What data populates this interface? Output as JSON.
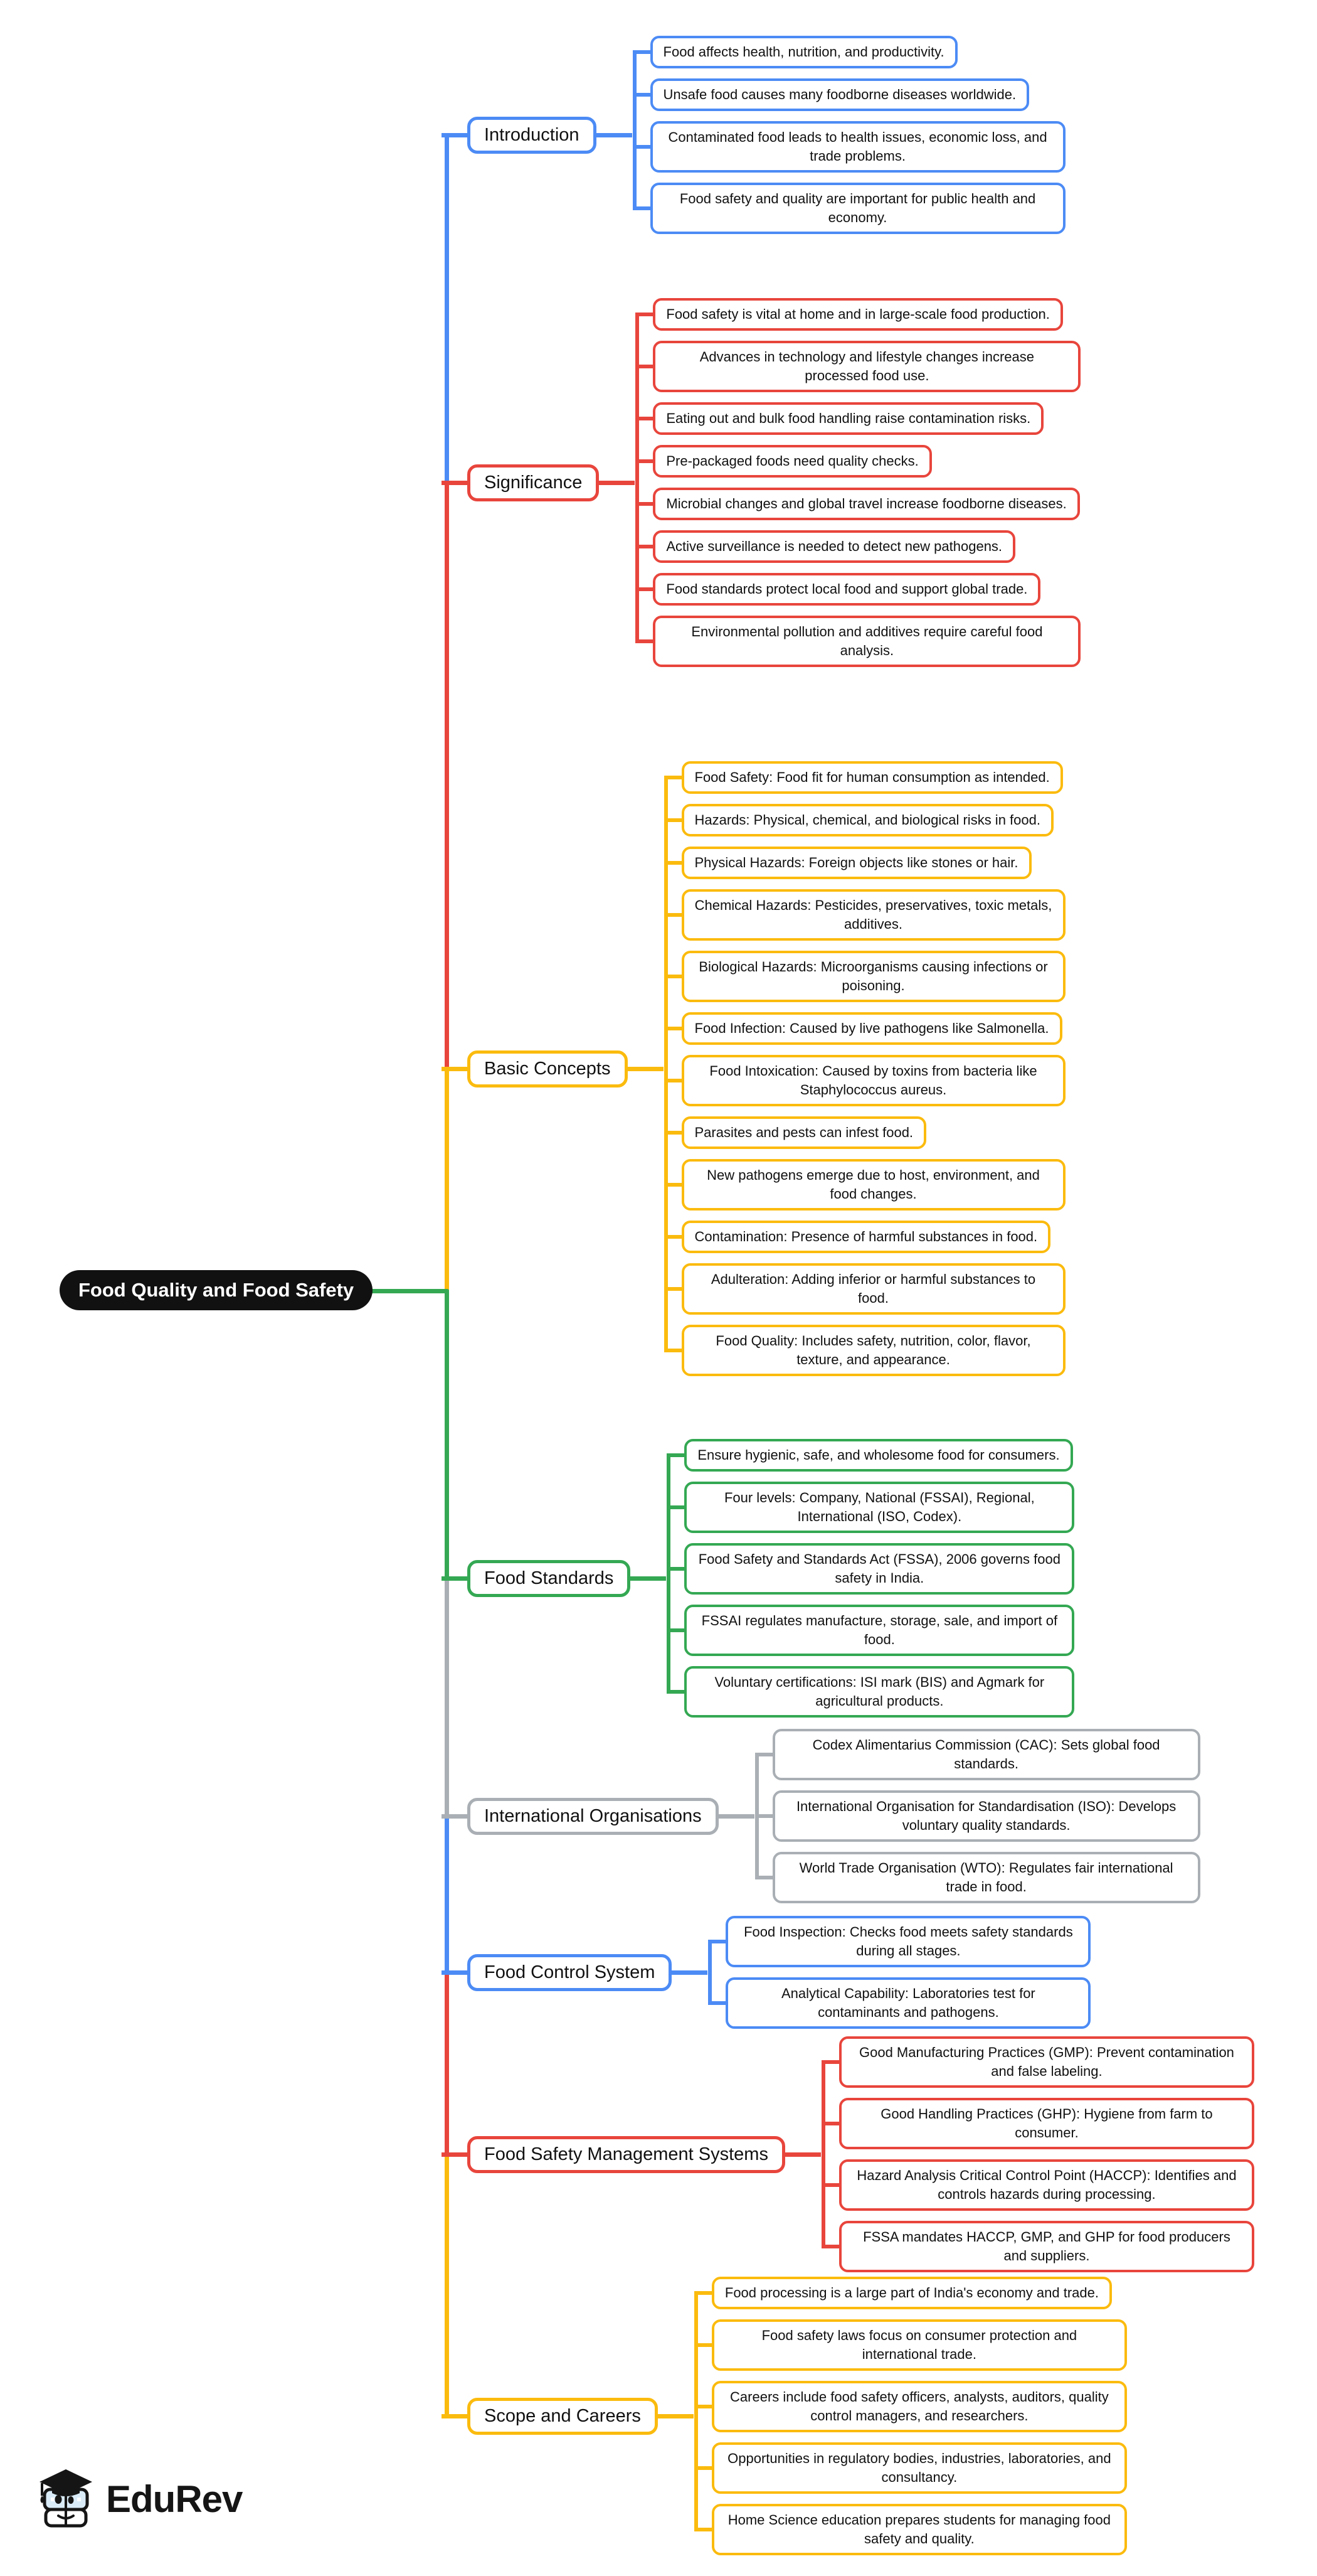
{
  "center": {
    "label": "Food Quality and Food Safety"
  },
  "palette": {
    "blue": "#4C8BF5",
    "red": "#E8453C",
    "yellow": "#FBBB0E",
    "green": "#34A853",
    "gray": "#A9AFB4",
    "center_bg": "#111111"
  },
  "branches": [
    {
      "label": "Introduction",
      "color": "#4C8BF5",
      "children": [
        "Food affects health, nutrition, and productivity.",
        "Unsafe food causes many foodborne diseases worldwide.",
        "Contaminated food leads to health issues, economic loss, and trade problems.",
        "Food safety and quality are important for public health and economy."
      ]
    },
    {
      "label": "Significance",
      "color": "#E8453C",
      "children": [
        "Food safety is vital at home and in large-scale food production.",
        "Advances in technology and lifestyle changes increase processed food use.",
        "Eating out and bulk food handling raise contamination risks.",
        "Pre-packaged foods need quality checks.",
        "Microbial changes and global travel increase foodborne diseases.",
        "Active surveillance is needed to detect new pathogens.",
        "Food standards protect local food and support global trade.",
        "Environmental pollution and additives require careful food analysis."
      ]
    },
    {
      "label": "Basic Concepts",
      "color": "#FBBB0E",
      "children": [
        "Food Safety: Food fit for human consumption as intended.",
        "Hazards: Physical, chemical, and biological risks in food.",
        "Physical Hazards: Foreign objects like stones or hair.",
        "Chemical Hazards: Pesticides, preservatives, toxic metals, additives.",
        "Biological Hazards: Microorganisms causing infections or poisoning.",
        "Food Infection: Caused by live pathogens like Salmonella.",
        "Food Intoxication: Caused by toxins from bacteria like Staphylococcus aureus.",
        "Parasites and pests can infest food.",
        "New pathogens emerge due to host, environment, and food changes.",
        "Contamination: Presence of harmful substances in food.",
        "Adulteration: Adding inferior or harmful substances to food.",
        "Food Quality: Includes safety, nutrition, color, flavor, texture, and appearance."
      ]
    },
    {
      "label": "Food Standards",
      "color": "#34A853",
      "children": [
        "Ensure hygienic, safe, and wholesome food for consumers.",
        "Four levels: Company, National (FSSAI), Regional, International (ISO, Codex).",
        "Food Safety and Standards Act (FSSA), 2006 governs food safety in India.",
        "FSSAI regulates manufacture, storage, sale, and import of food.",
        "Voluntary certifications: ISI mark (BIS) and Agmark for agricultural products."
      ]
    },
    {
      "label": "International Organisations",
      "color": "#A9AFB4",
      "children": [
        "Codex Alimentarius Commission (CAC): Sets global food standards.",
        "International Organisation for Standardisation (ISO): Develops voluntary quality standards.",
        "World Trade Organisation (WTO): Regulates fair international trade in food."
      ]
    },
    {
      "label": "Food Control System",
      "color": "#4C8BF5",
      "children": [
        "Food Inspection: Checks food meets safety standards during all stages.",
        "Analytical Capability: Laboratories test for contaminants and pathogens."
      ]
    },
    {
      "label": "Food Safety Management Systems",
      "color": "#E8453C",
      "children": [
        "Good Manufacturing Practices (GMP): Prevent contamination and false labeling.",
        "Good Handling Practices (GHP): Hygiene from farm to consumer.",
        "Hazard Analysis Critical Control Point (HACCP): Identifies and controls hazards during processing.",
        "FSSA mandates HACCP, GMP, and GHP for food producers and suppliers."
      ]
    },
    {
      "label": "Scope and Careers",
      "color": "#FBBB0E",
      "children": [
        "Food processing is a large part of India's economy and trade.",
        "Food safety laws focus on consumer protection and international trade.",
        "Careers include food safety officers, analysts, auditors, quality control managers, and researchers.",
        "Opportunities in regulatory bodies, industries, laboratories, and consultancy.",
        "Home Science education prepares students for managing food safety and quality."
      ]
    }
  ],
  "logo": {
    "text": "EduRev"
  }
}
